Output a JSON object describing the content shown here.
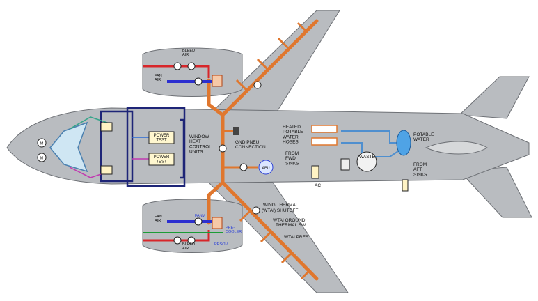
{
  "labels": {
    "bleed_air_top": "BLEED\nAIR",
    "fan_air_top": "FAN\nAIR",
    "power_test_1": "POWER\nTEST",
    "power_test_2": "POWER\nTEST",
    "window_heat": "WINDOW\nHEAT\nCONTROL\nUNITS",
    "gnd_pneu": "GND PNEU\nCONNECTION",
    "apu": "APU",
    "heated_hoses": "HEATED\nPOTABLE\nWATER\nHOSES",
    "from_fwd_sinks": "FROM\nFWD\nSINKS",
    "waste": "WASTE",
    "ac": "AC",
    "potable_water": "POTABLE\nWATER",
    "from_aft_sinks": "FROM\nAFT\nSINKS",
    "wing_thermal": "WING THERMAL",
    "wtai_shutoff": "(WTAI) SHUTOFF",
    "wtai_ground": "WTAI GROUND",
    "thermal_sw": "THERMAL SW.",
    "wtai_press": "WTAI PRES",
    "fan_air_bot": "FAN\nAIR",
    "fanv": "FANV",
    "pre_cooler": "PRE-\nCOOLER",
    "prsov": "PRSOV",
    "bleed_air_bot": "BLEED\nAIR",
    "motor_1": "M",
    "motor_2": "M"
  },
  "colors": {
    "fuselage": "#b9bcc0",
    "duct": "#e0772e",
    "bleed": "#d8262a",
    "fan_air": "#2c2fd0",
    "window_heat_box": "#1e2577",
    "potable_water": "#4f8fcf"
  }
}
